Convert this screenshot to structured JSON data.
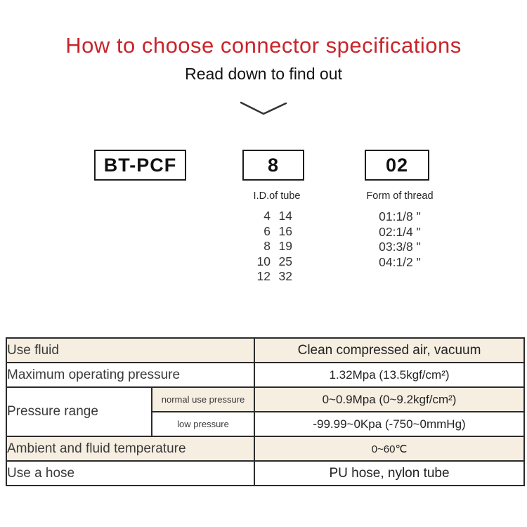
{
  "header": {
    "title": "How to choose connector specifications",
    "subtitle": "Read down to find out"
  },
  "model_code": {
    "prefix": "BT-PCF",
    "tube_size": "8",
    "thread_code": "02",
    "tube_column": {
      "heading": "I.D.of tube",
      "rows": [
        [
          "4",
          "14"
        ],
        [
          "6",
          "16"
        ],
        [
          "8",
          "19"
        ],
        [
          "10",
          "25"
        ],
        [
          "12",
          "32"
        ]
      ]
    },
    "thread_column": {
      "heading": "Form of thread",
      "options": [
        "01:1/8 \"",
        "02:1/4 \"",
        "03:3/8 \"",
        "04:1/2 \""
      ]
    }
  },
  "spec_table": {
    "rows": [
      {
        "label": "Use fluid",
        "value": "Clean compressed air, vacuum"
      },
      {
        "label": "Maximum operating pressure",
        "value": "1.32Mpa (13.5kgf/cm²)"
      },
      {
        "label": "Pressure range",
        "sub_rows": [
          {
            "label": "normal use pressure",
            "value": "0~0.9Mpa (0~9.2kgf/cm²)"
          },
          {
            "label": "low pressure",
            "value": "-99.99~0Kpa (-750~0mmHg)"
          }
        ]
      },
      {
        "label": "Ambient and fluid temperature",
        "value": "0~60℃"
      },
      {
        "label": "Use a hose",
        "value": "PU hose, nylon tube"
      }
    ]
  },
  "colors": {
    "accent_red": "#c9242b",
    "row_beige": "#f5eee1",
    "table_border": "#2b2b2b"
  }
}
